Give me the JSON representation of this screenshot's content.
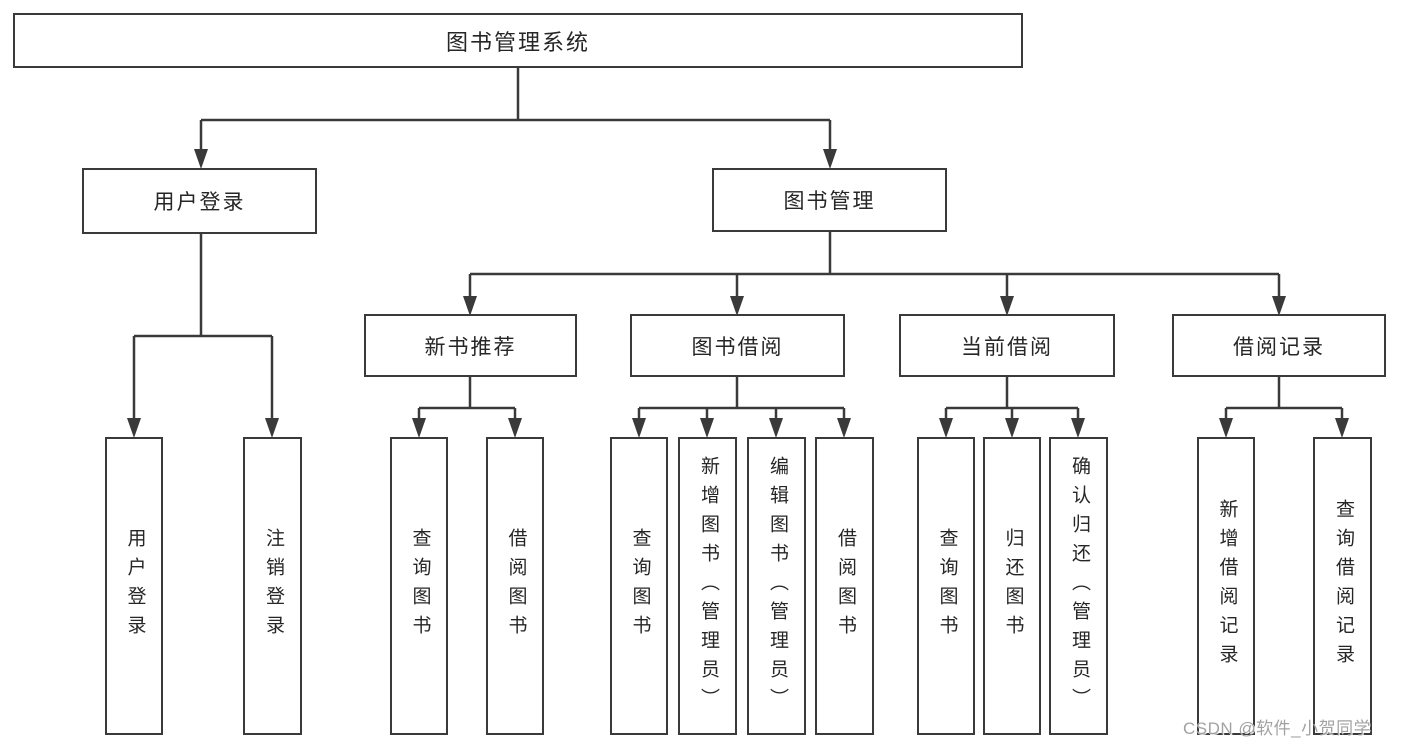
{
  "diagram": {
    "title": "图书管理系统",
    "root": {
      "label": "图书管理系统"
    },
    "level2": [
      {
        "label": "用户登录"
      },
      {
        "label": "图书管理"
      }
    ],
    "level3": [
      {
        "label": "新书推荐"
      },
      {
        "label": "图书借阅"
      },
      {
        "label": "当前借阅"
      },
      {
        "label": "借阅记录"
      }
    ],
    "groups": [
      {
        "parent": "用户登录",
        "children": [
          "用户登录",
          "注销登录"
        ]
      },
      {
        "parent": "新书推荐",
        "children": [
          "查询图书",
          "借阅图书"
        ]
      },
      {
        "parent": "图书借阅",
        "children": [
          "查询图书",
          "新增图书（管理员）",
          "编辑图书（管理员）",
          "借阅图书"
        ]
      },
      {
        "parent": "当前借阅",
        "children": [
          "查询图书",
          "归还图书",
          "确认归还（管理员）"
        ]
      },
      {
        "parent": "借阅记录",
        "children": [
          "新增借阅记录",
          "查询借阅记录"
        ]
      }
    ]
  },
  "watermark": {
    "text": "CSDN @软件_小贺同学"
  },
  "colors": {
    "line": "#3a3a3a",
    "box_border": "#3a3a3a",
    "text": "#262626",
    "background": "#ffffff",
    "watermark": "#a2a2a2"
  }
}
